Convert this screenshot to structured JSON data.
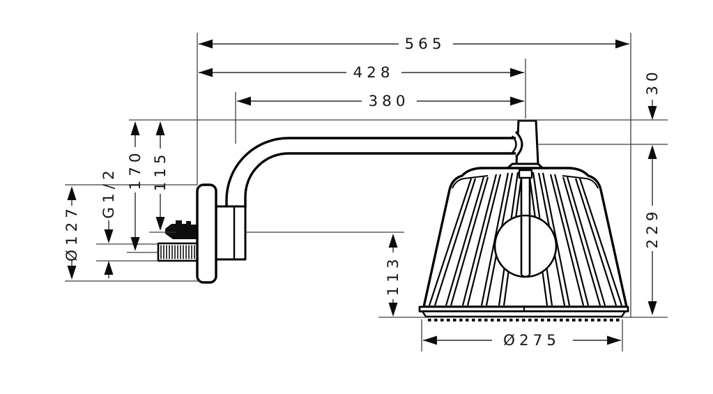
{
  "drawing_type": "technical dimension drawing",
  "subject": "Overhead shower with lamp-style cage head on wall-mounted shower arm",
  "dims": {
    "overall": "565",
    "to_head_axis": "428",
    "arm_length": "380",
    "head_rise": "30",
    "head_drop": "229",
    "below_plate": "113",
    "head_diameter": "Ø275",
    "escutcheon_diameter": "Ø127",
    "thread": "G1/2",
    "wall_lower": "170",
    "wall_upper": "115"
  },
  "colors": {
    "background": "#ffffff",
    "object_line": "#000000",
    "dimension_line": "#3d3d3d",
    "label_text": "#161616"
  }
}
